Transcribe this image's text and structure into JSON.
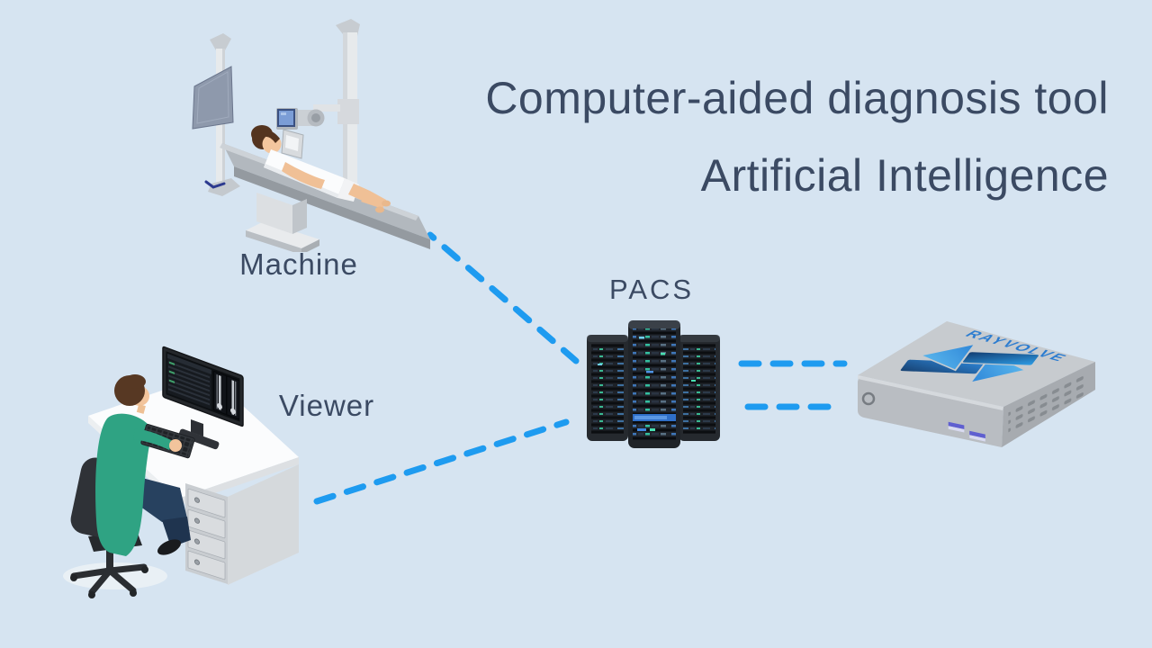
{
  "colors": {
    "background": "#d6e4f1",
    "accent_dash": "#1e9bf0",
    "ink": "#3b4a63",
    "rayvolve_brand_blue": "#2b7cd0",
    "doctor_coat_teal": "#2fa383"
  },
  "title": {
    "line1": "Computer-aided diagnosis tool",
    "line2": "Artificial Intelligence"
  },
  "nodes": {
    "machine": {
      "label": "Machine"
    },
    "viewer": {
      "label": "Viewer"
    },
    "pacs": {
      "label": "PACS"
    },
    "rayvolve": {
      "brand": "RAYVOLVE"
    }
  },
  "connections": [
    {
      "id": "machine-to-pacs"
    },
    {
      "id": "viewer-to-pacs"
    },
    {
      "id": "pacs-to-rayvolve-upper"
    },
    {
      "id": "rayvolve-to-pacs-lower"
    }
  ]
}
